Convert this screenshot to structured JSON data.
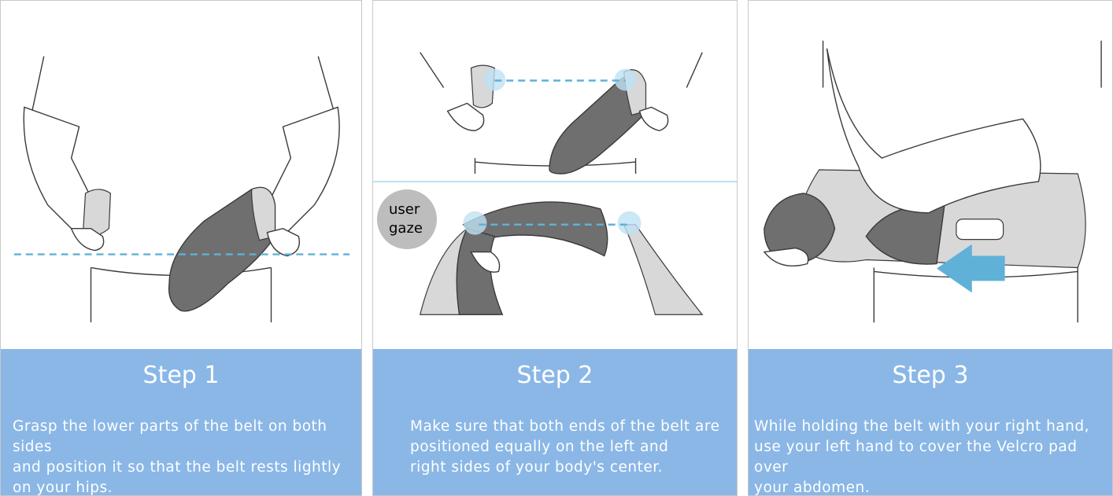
{
  "steps": [
    {
      "title": "Step 1",
      "text": "Grasp the lower parts of the belt on both sides\nand position it so that the belt rests lightly\non your hips."
    },
    {
      "title": "Step 2",
      "text": "Make sure that both ends of the belt are\npositioned equally on the left and\nright sides of your body's center."
    },
    {
      "title": "Step 3",
      "text": "While holding the belt with your right hand,\nuse your left hand to cover the Velcro pad over\nyour abdomen."
    }
  ],
  "gaze_label": "user\ngaze",
  "colors": {
    "caption_bg": "#8ab7e6",
    "guide_line": "#5fb1d8",
    "belt": "#6f6f6f",
    "arrow": "#5fb1d8"
  }
}
